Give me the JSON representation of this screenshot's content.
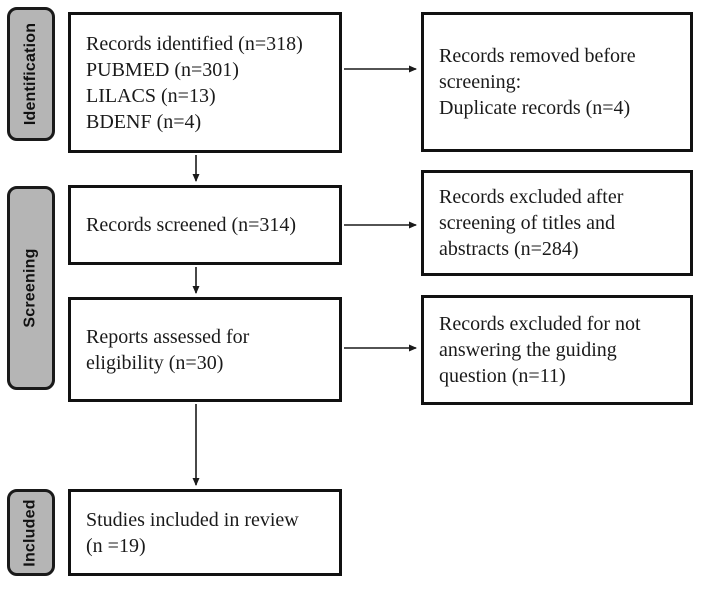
{
  "diagram": {
    "type": "prisma-flowchart",
    "stages": [
      {
        "id": "identification",
        "label": "Identification"
      },
      {
        "id": "screening",
        "label": "Screening"
      },
      {
        "id": "included",
        "label": "Included"
      }
    ],
    "boxes": {
      "records_identified": "Records identified (n=318)\nPUBMED (n=301)\nLILACS (n=13)\nBDENF (n=4)",
      "records_removed": "Records removed before\nscreening:\nDuplicate records (n=4)",
      "records_screened": "Records screened (n=314)",
      "records_excluded_screening": "Records excluded after\nscreening of titles and\nabstracts (n=284)",
      "reports_assessed": "Reports assessed for\neligibility (n=30)",
      "records_excluded_question": "Records excluded for not\nanswering the guiding\nquestion (n=11)",
      "studies_included": "Studies included in review\n(n =19)"
    },
    "counts": {
      "identified_total": 318,
      "pubmed": 301,
      "lilacs": 13,
      "bdenf": 4,
      "duplicates_removed": 4,
      "screened": 314,
      "excluded_titles_abstracts": 284,
      "assessed_eligibility": 30,
      "excluded_guiding_question": 11,
      "included_in_review": 19
    },
    "colors": {
      "stage_fill": "#b5b5b5",
      "border": "#1a1a1a",
      "background": "#ffffff"
    }
  }
}
